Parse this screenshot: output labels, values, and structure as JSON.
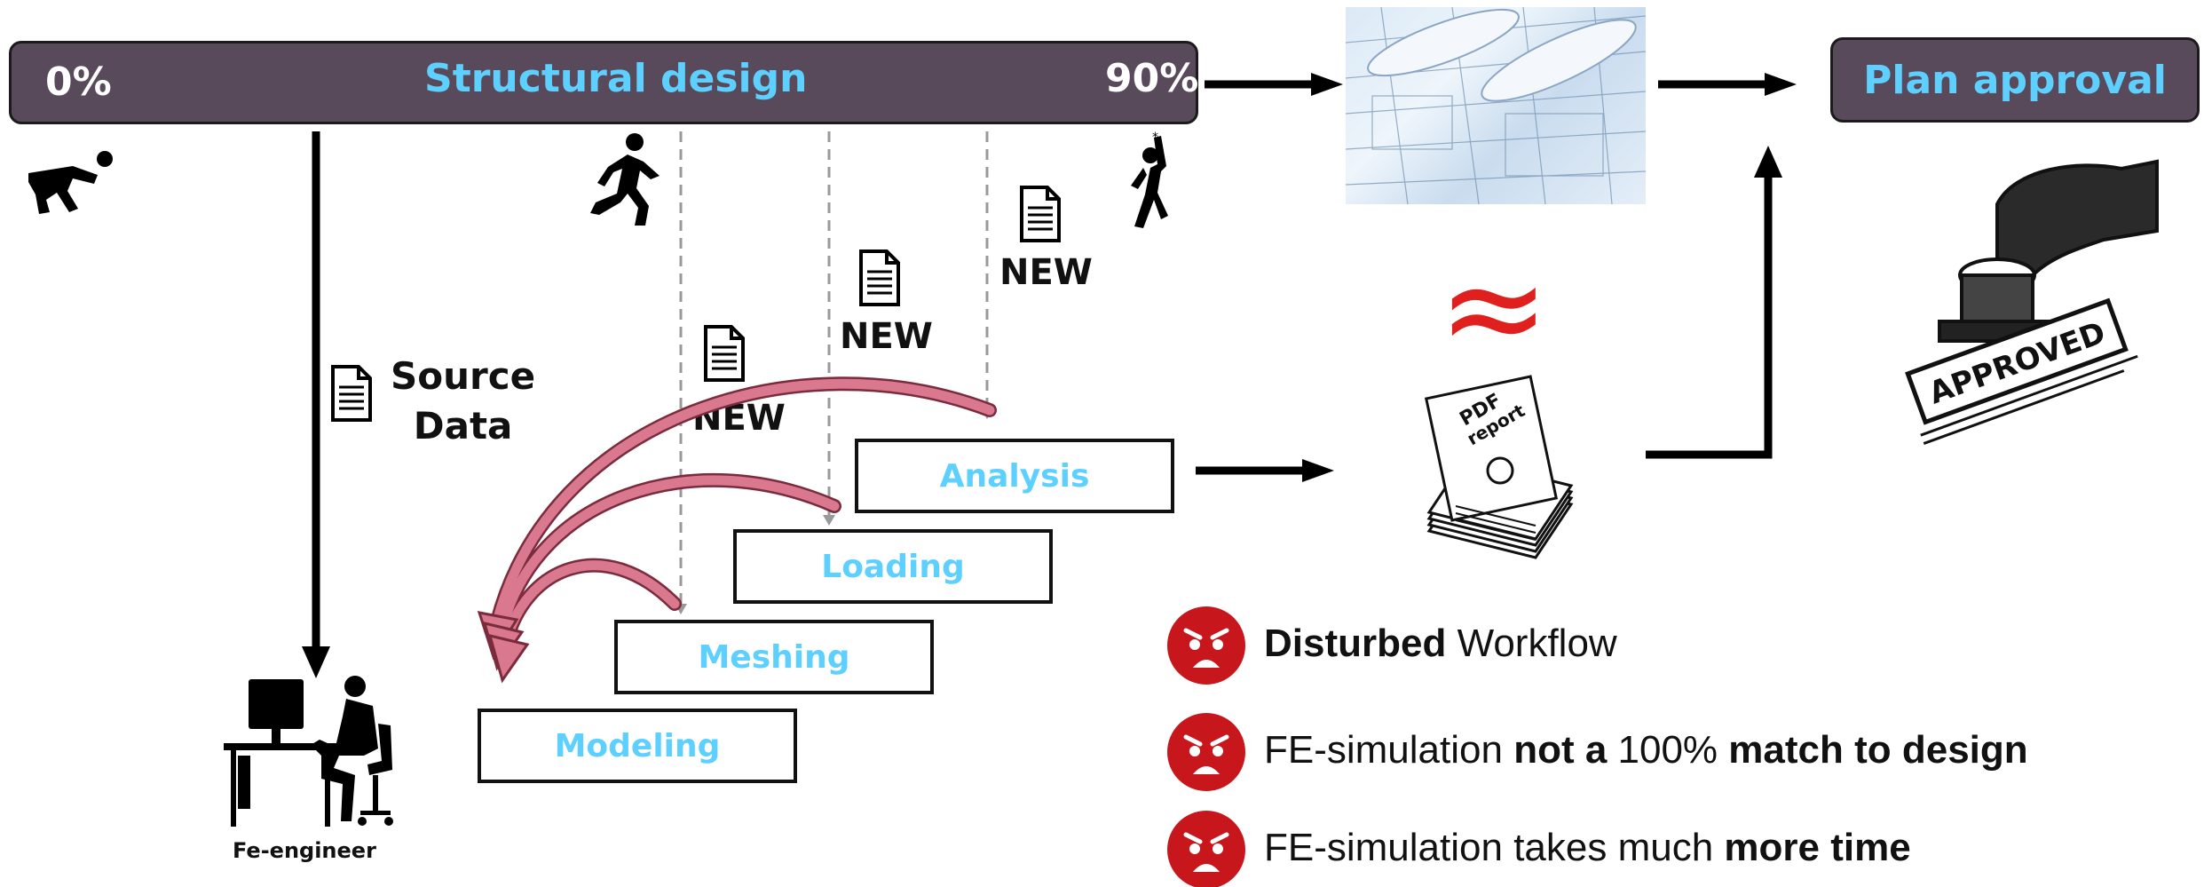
{
  "design_bar": {
    "start_percent": "0%",
    "title": "Structural design",
    "end_percent": "90%"
  },
  "approval": {
    "label": "Plan approval"
  },
  "source": {
    "line1": "Source",
    "line2": "Data"
  },
  "new_labels": [
    "NEW",
    "NEW",
    "NEW"
  ],
  "steps": [
    "Modeling",
    "Meshing",
    "Loading",
    "Analysis"
  ],
  "engineer": {
    "label": "Fe-engineer"
  },
  "approx_symbol": "≈",
  "report_icon_text": {
    "line1": "PDF",
    "line2": "report"
  },
  "stamp_text": "APPROVED",
  "bullets": [
    {
      "bold_1": "Disturbed",
      "text_1": " Workflow",
      "bold_2": "",
      "text_2": "",
      "bold_3": ""
    },
    {
      "bold_1": "",
      "text_1": "FE-simulation ",
      "bold_2": "not a",
      "text_2": " 100% ",
      "bold_3": "match to design"
    },
    {
      "bold_1": "",
      "text_1": "FE-simulation takes much ",
      "bold_2": "more time",
      "text_2": "",
      "bold_3": ""
    }
  ],
  "colors": {
    "bar_fill": "#584a5a",
    "label_blue": "#5ed0ff",
    "feedback_arrow": "#d9788e",
    "angry_face": "#c8161d",
    "approx_red": "#e0201e"
  },
  "icons": {
    "start": "crouching-runner-icon",
    "mid": "running-person-icon",
    "end": "celebrating-person-icon",
    "document": "document-icon",
    "engineer": "desk-engineer-icon",
    "report": "pdf-report-stack-icon",
    "stamp": "approved-stamp-icon",
    "blueprint": "blueprint-image",
    "angry": "angry-face-icon"
  }
}
